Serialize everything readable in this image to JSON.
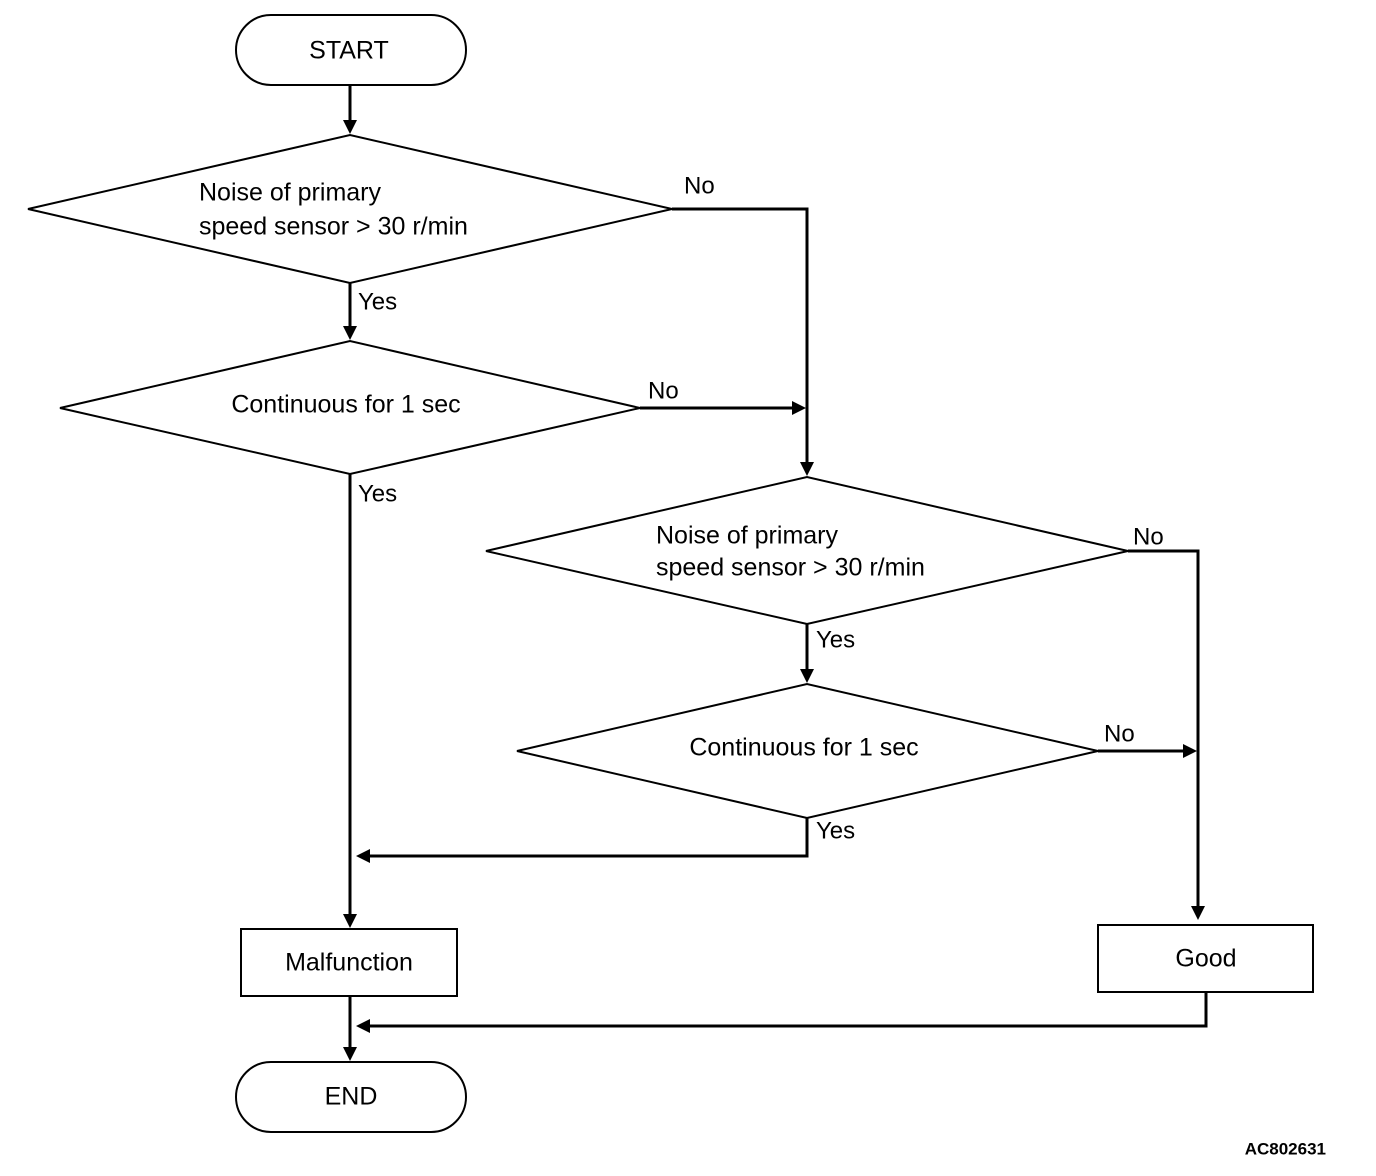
{
  "nodes": {
    "start": "START",
    "decision1": {
      "line1": "Noise of primary",
      "line2": "speed sensor > 30 r/min"
    },
    "decision2": "Continuous for 1 sec",
    "decision3": {
      "line1": "Noise of primary",
      "line2": "speed sensor > 30 r/min"
    },
    "decision4": "Continuous for 1 sec",
    "malfunction": "Malfunction",
    "good": "Good",
    "end": "END"
  },
  "edges": {
    "d1_yes": "Yes",
    "d1_no": "No",
    "d2_yes": "Yes",
    "d2_no": "No",
    "d3_yes": "Yes",
    "d3_no": "No",
    "d4_yes": "Yes",
    "d4_no": "No"
  },
  "figure_id": "AC802631"
}
